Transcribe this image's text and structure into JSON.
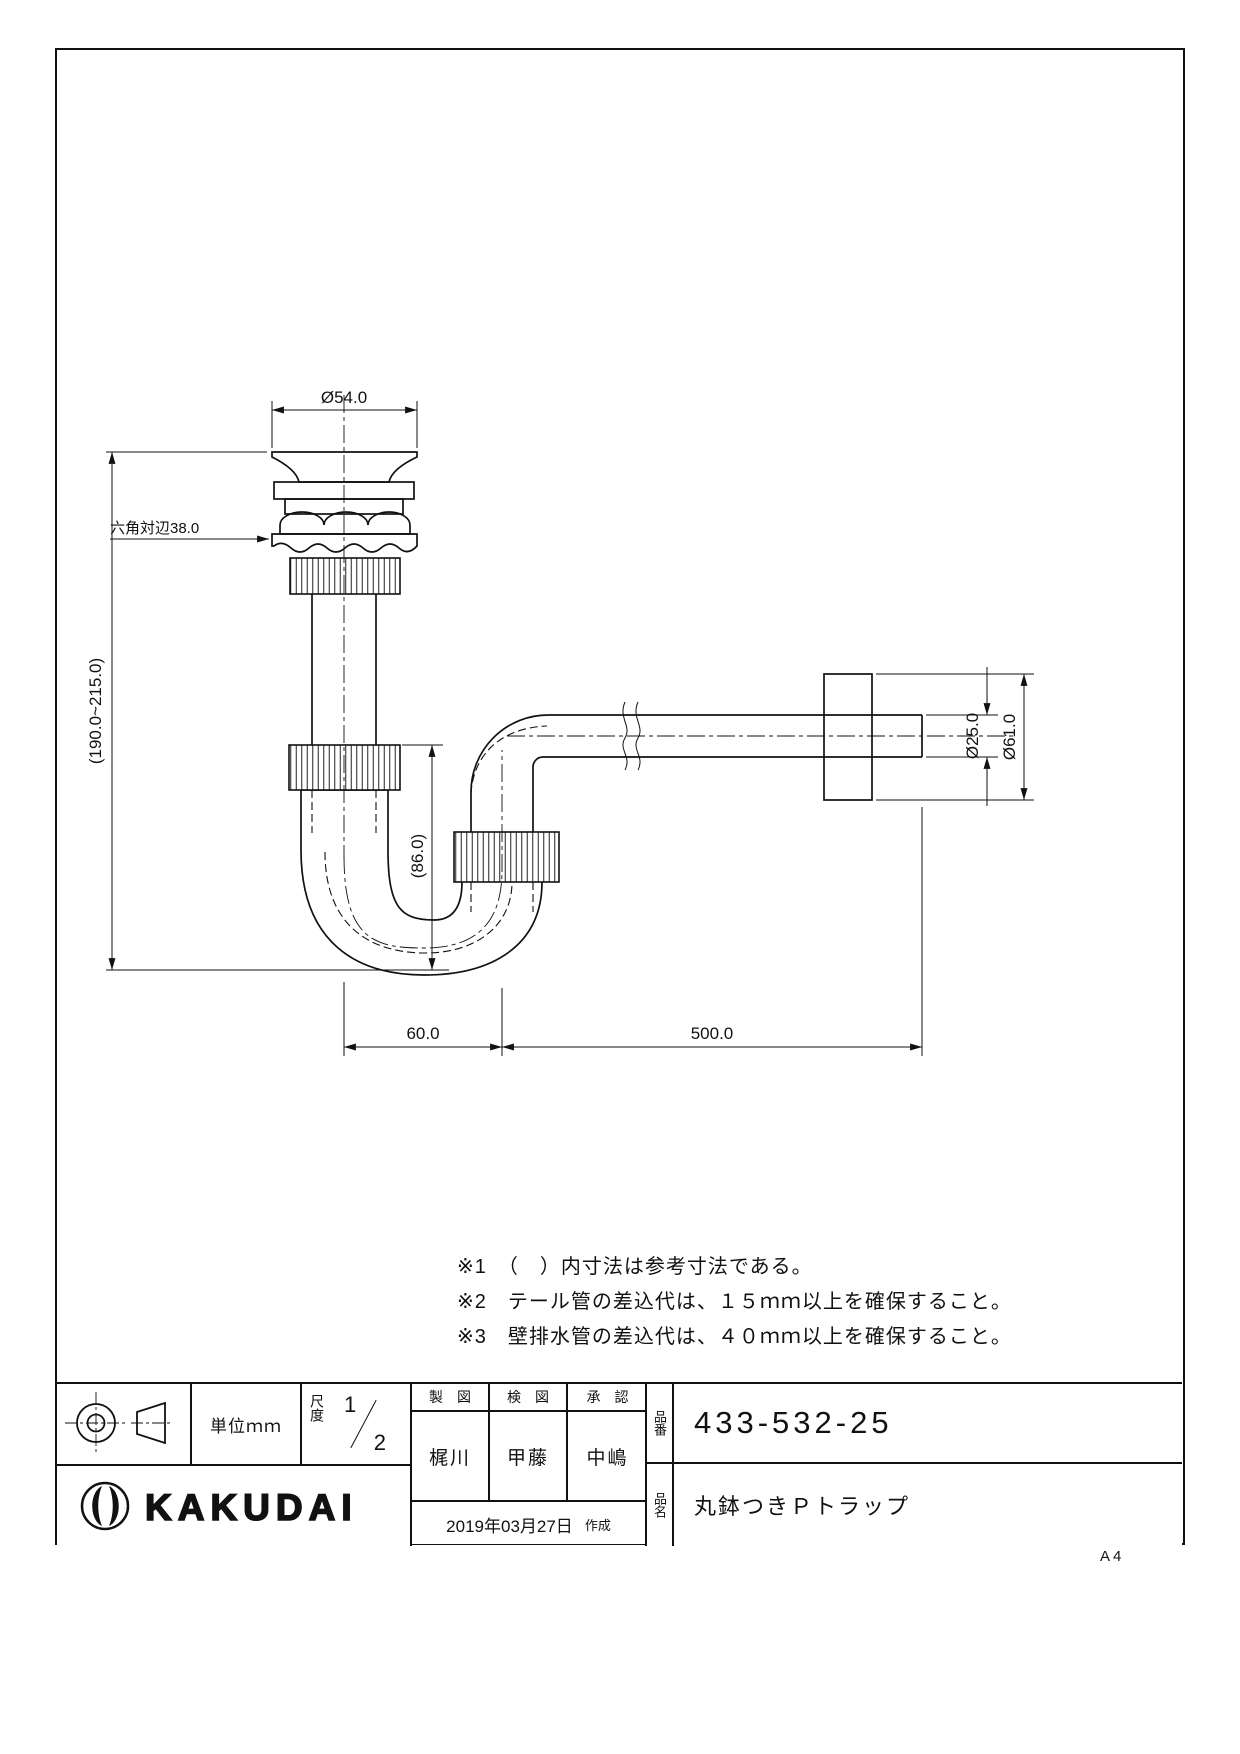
{
  "sheet": {
    "paper_size": "A4"
  },
  "drawing": {
    "dim_top_diameter": "Ø54.0",
    "dim_hex_flats": "六角対辺38.0",
    "dim_height_range": "(190.0~215.0)",
    "dim_trap_depth": "(86.0)",
    "dim_pipe_od": "Ø25.0",
    "dim_escutcheon_od": "Ø61.0",
    "dim_offset": "60.0",
    "dim_pipe_length": "500.0"
  },
  "notes": {
    "note1": "※1　（　）内寸法は参考寸法である。",
    "note2": "※2　テール管の差込代は、１５ｍｍ以上を確保すること。",
    "note3": "※3　壁排水管の差込代は、４０ｍｍ以上を確保すること。"
  },
  "title_block": {
    "unit": "単位ｍｍ",
    "scale_label": "尺度",
    "scale_numerator": "1",
    "scale_denominator": "2",
    "col_draft": "製　図",
    "col_check": "検　図",
    "col_approve": "承　認",
    "name_draft": "梶川",
    "name_check": "甲藤",
    "name_approve": "中嶋",
    "date": "2019年03月27日",
    "date_note": "作成",
    "part_no_label": "品番",
    "part_no": "433-532-25",
    "part_name_label": "品名",
    "part_name": "丸鉢つきＰトラップ",
    "brand": "KAKUDAI"
  }
}
